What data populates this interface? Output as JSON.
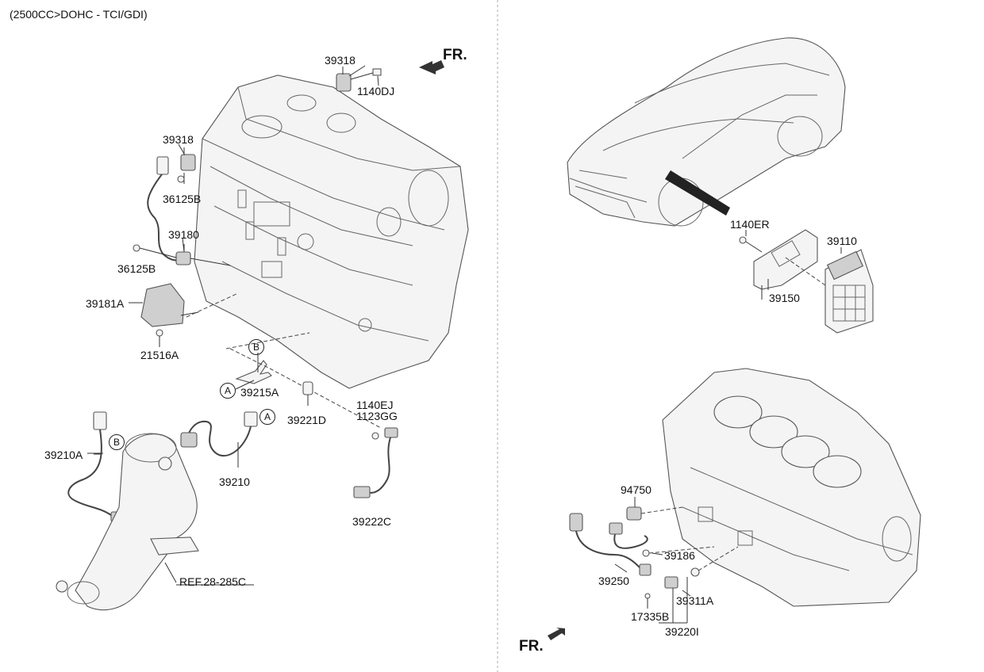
{
  "header": "(2500CC>DOHC - TCI/GDI)",
  "fr_labels": {
    "top": "FR.",
    "bottom": "FR."
  },
  "callouts": {
    "a": "A",
    "b": "B"
  },
  "parts": {
    "p39318_top": "39318",
    "p1140DJ": "1140DJ",
    "p39318_left": "39318",
    "p36125B_top": "36125B",
    "p39180": "39180",
    "p36125B_bottom": "36125B",
    "p39181A": "39181A",
    "p21516A": "21516A",
    "p39215A": "39215A",
    "p39221D": "39221D",
    "p1140EJ": "1140EJ",
    "p1123GG": "1123GG",
    "p39210A": "39210A",
    "p39210": "39210",
    "p39222C": "39222C",
    "ref": "REF.28-285C",
    "p1140ER": "1140ER",
    "p39110": "39110",
    "p39150": "39150",
    "p94750": "94750",
    "p39186": "39186",
    "p39250": "39250",
    "p39311A": "39311A",
    "p17335B": "17335B",
    "p39220I": "39220I"
  }
}
